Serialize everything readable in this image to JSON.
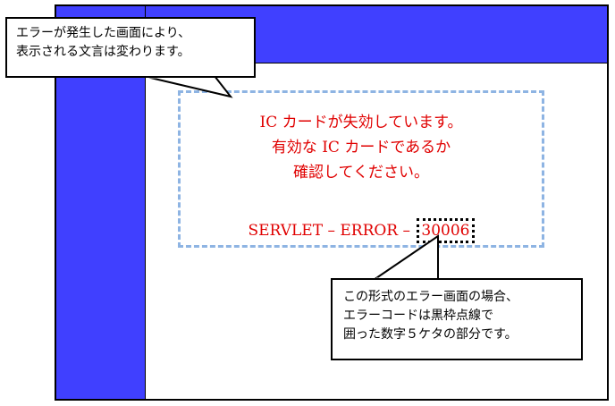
{
  "window": {
    "sidebar_color": "#4040ff",
    "header_color": "#4040ff"
  },
  "error_panel": {
    "line1": "IC カードが失効しています。",
    "line2": "有効な IC カードであるか",
    "line3": "確認してください。",
    "code_prefix": "SERVLET – ERROR –",
    "code_number": "30006",
    "text_color": "#e00000",
    "border_color": "#8eb4e3"
  },
  "callouts": {
    "top": {
      "line1": "エラーが発生した画面により、",
      "line2": "表示される文言は変わります。"
    },
    "bottom": {
      "line1": "この形式のエラー画面の場合、",
      "line2": "エラーコードは黒枠点線で",
      "line3": "囲った数字５ケタの部分です。"
    }
  }
}
